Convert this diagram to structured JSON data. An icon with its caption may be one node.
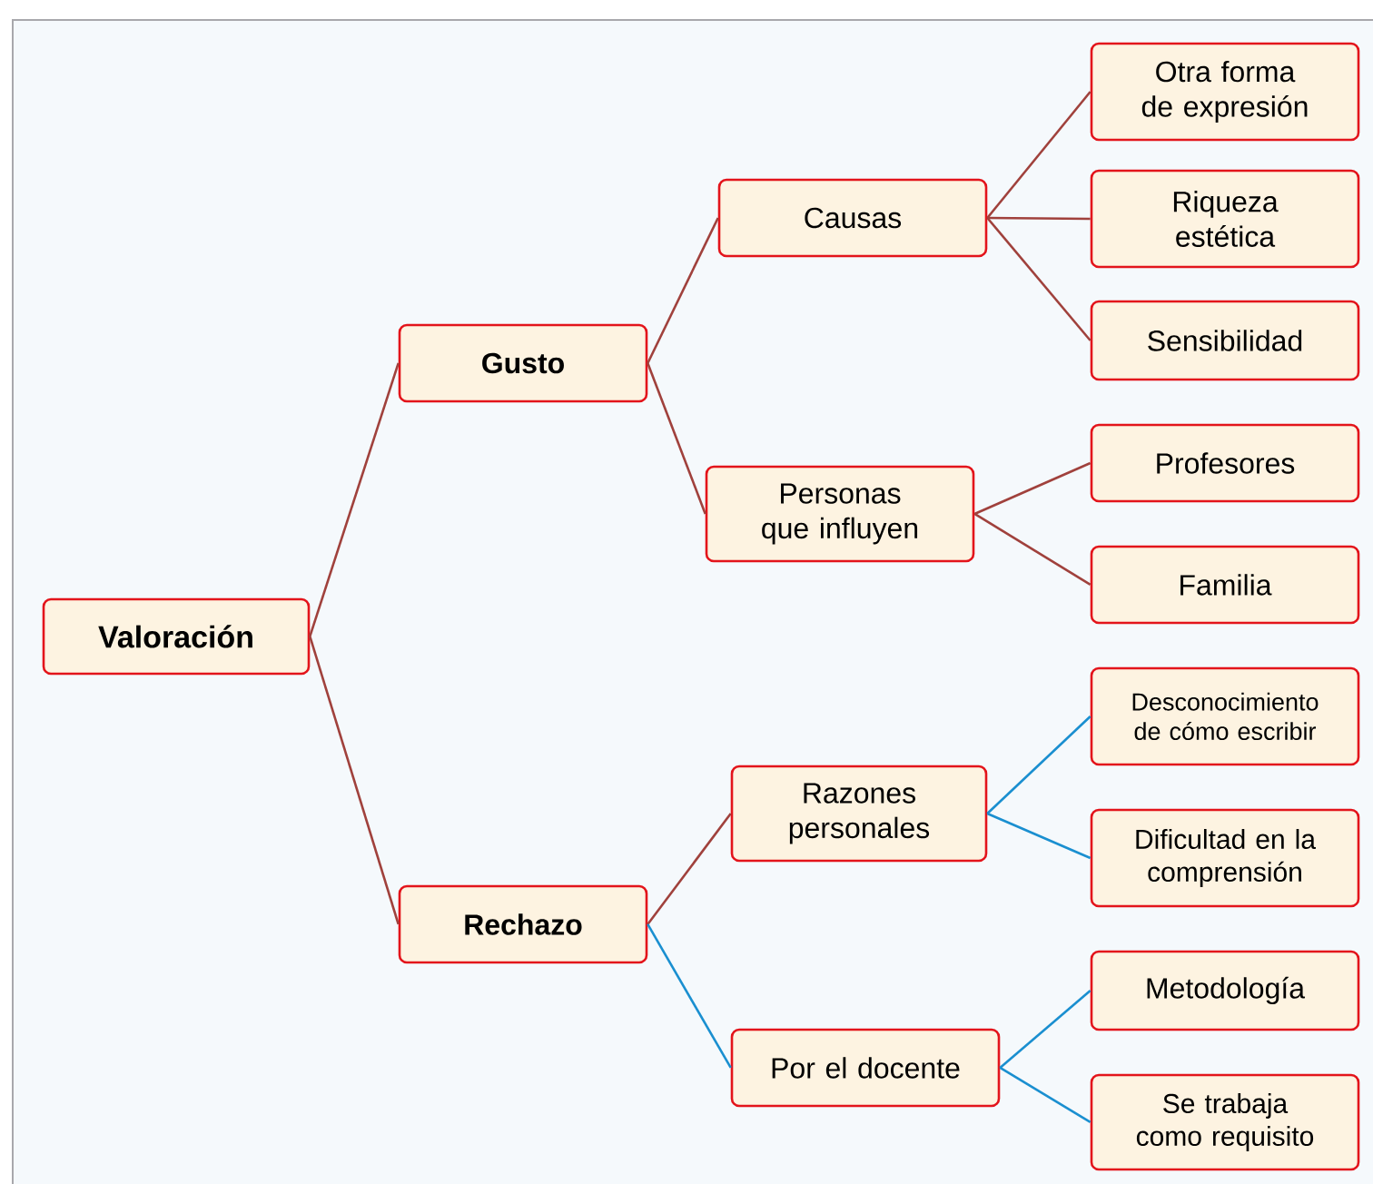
{
  "diagram": {
    "nodes": [
      {
        "text": [
          "Valoración"
        ]
      },
      {
        "text": [
          "Gusto"
        ]
      },
      {
        "text": [
          "Causas"
        ]
      },
      {
        "text": [
          "Otra forma de expresión"
        ]
      },
      {
        "text": [
          "Riqueza estética"
        ]
      },
      {
        "text": [
          "Sensibilidad"
        ]
      },
      {
        "text": [
          "Personas que influyen"
        ]
      },
      {
        "text": [
          "Profesores"
        ]
      },
      {
        "text": [
          "Familia"
        ]
      },
      {
        "text": [
          "Rechazo"
        ]
      },
      {
        "text": [
          "Razones personales"
        ]
      },
      {
        "text": [
          "Desconocimiento de cómo escribir"
        ]
      },
      {
        "text": [
          "Dificultad en la comprensión"
        ]
      },
      {
        "text": [
          "Por el docente"
        ]
      },
      {
        "text": [
          "Metodología"
        ]
      },
      {
        "text": [
          "Se trabaja como requisito"
        ]
      }
    ],
    "edges": [
      {
        "from": 0,
        "to": 1,
        "arrow": "none"
      },
      {
        "from": 0,
        "to": 9,
        "arrow": "none"
      },
      {
        "from": 1,
        "to": 2,
        "arrow": "none"
      },
      {
        "from": 1,
        "to": 6,
        "arrow": "none"
      },
      {
        "from": 2,
        "to": 3,
        "arrow": "none"
      },
      {
        "from": 2,
        "to": 4,
        "arrow": "none"
      },
      {
        "from": 2,
        "to": 5,
        "arrow": "none"
      },
      {
        "from": 6,
        "to": 7,
        "arrow": "none"
      },
      {
        "from": 6,
        "to": 8,
        "arrow": "none"
      },
      {
        "from": 9,
        "to": 10,
        "arrow": "none"
      },
      {
        "from": 9,
        "to": 13,
        "arrow": "none",
        "color": "#1a8fd0"
      },
      {
        "from": 10,
        "to": 11,
        "arrow": "none",
        "color": "#1a8fd0"
      },
      {
        "from": 10,
        "to": 12,
        "arrow": "none",
        "color": "#1a8fd0"
      },
      {
        "from": 13,
        "to": 14,
        "arrow": "none",
        "color": "#1a8fd0"
      },
      {
        "from": 13,
        "to": 15,
        "arrow": "none",
        "color": "#1a8fd0"
      }
    ]
  }
}
